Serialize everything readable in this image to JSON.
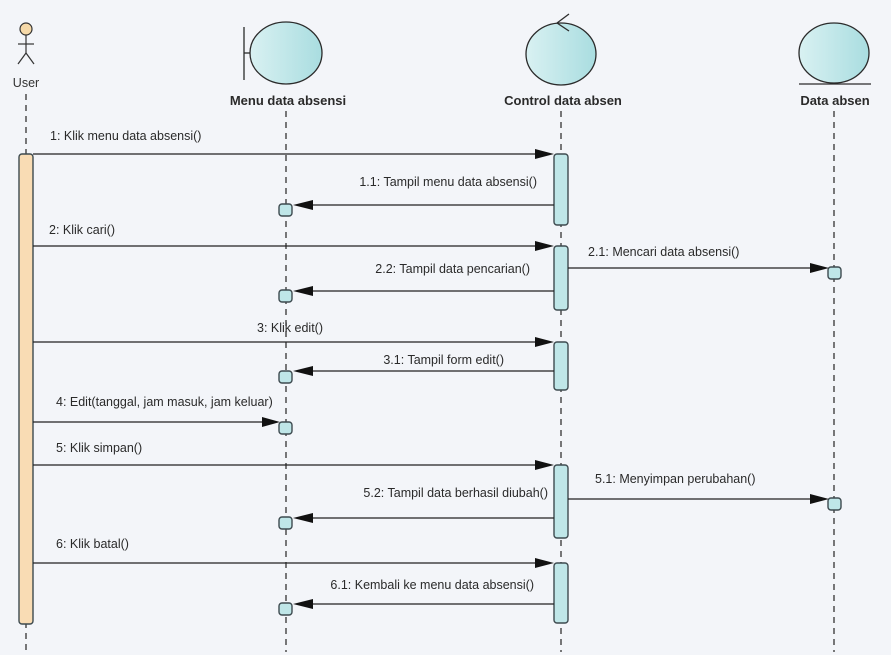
{
  "diagram": {
    "type": "UML sequence diagram",
    "colors": {
      "background": "#f3f5f9",
      "object_fill": "#bfe6e8",
      "actor_activation_fill": "#f9dcb4",
      "line": "#2b2b2b"
    },
    "lifelines": [
      {
        "id": "user",
        "label": "User",
        "kind": "actor"
      },
      {
        "id": "menu",
        "label": "Menu data absensi",
        "kind": "boundary"
      },
      {
        "id": "control",
        "label": "Control data absen",
        "kind": "control"
      },
      {
        "id": "data",
        "label": "Data absen",
        "kind": "entity"
      }
    ],
    "messages": [
      {
        "label": "1: Klik menu data absensi()",
        "from": "user",
        "to": "control"
      },
      {
        "label": "1.1: Tampil menu data absensi()",
        "from": "control",
        "to": "menu"
      },
      {
        "label": "2: Klik cari()",
        "from": "user",
        "to": "control"
      },
      {
        "label": "2.1: Mencari data absensi()",
        "from": "control",
        "to": "data"
      },
      {
        "label": "2.2: Tampil data pencarian()",
        "from": "control",
        "to": "menu"
      },
      {
        "label": "3: Klik edit()",
        "from": "user",
        "to": "control"
      },
      {
        "label": "3.1: Tampil form edit()",
        "from": "control",
        "to": "menu"
      },
      {
        "label": "4: Edit(tanggal, jam masuk, jam keluar)",
        "from": "user",
        "to": "menu"
      },
      {
        "label": "5: Klik simpan()",
        "from": "user",
        "to": "control"
      },
      {
        "label": "5.1: Menyimpan perubahan()",
        "from": "control",
        "to": "data"
      },
      {
        "label": "5.2: Tampil data berhasil diubah()",
        "from": "control",
        "to": "menu"
      },
      {
        "label": "6: Klik batal()",
        "from": "user",
        "to": "control"
      },
      {
        "label": "6.1: Kembali ke menu data absensi()",
        "from": "control",
        "to": "menu"
      }
    ]
  }
}
